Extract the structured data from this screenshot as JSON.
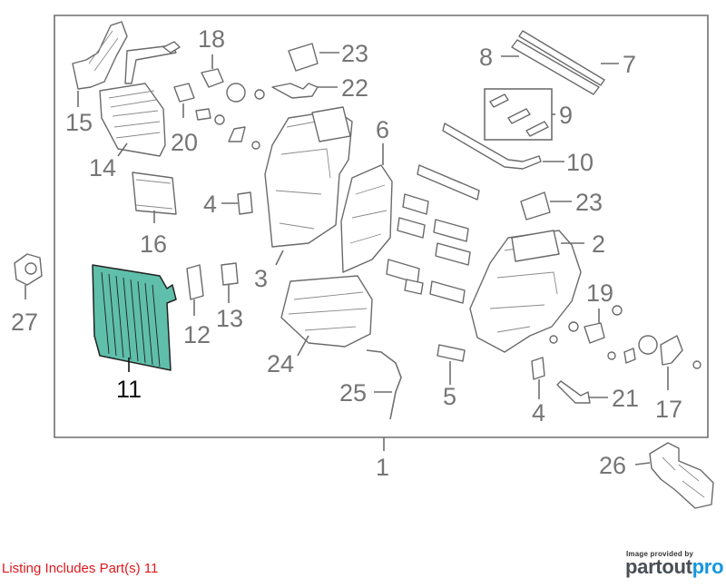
{
  "diagram": {
    "callouts": [
      "1",
      "2",
      "3",
      "4",
      "4",
      "5",
      "6",
      "7",
      "8",
      "9",
      "10",
      "11",
      "12",
      "13",
      "14",
      "15",
      "16",
      "17",
      "18",
      "19",
      "20",
      "21",
      "22",
      "23",
      "23",
      "24",
      "25",
      "26",
      "27"
    ],
    "highlighted_part": "11",
    "highlight_color": "#5fbfaa"
  },
  "footer": {
    "note": "Listing Includes Part(s) 11",
    "credit": "Image provided by",
    "brand_a": "partout",
    "brand_b": "pro"
  },
  "colors": {
    "note": "#e0181e",
    "brand_dark": "#4a4f56",
    "brand_accent": "#1497e0"
  }
}
